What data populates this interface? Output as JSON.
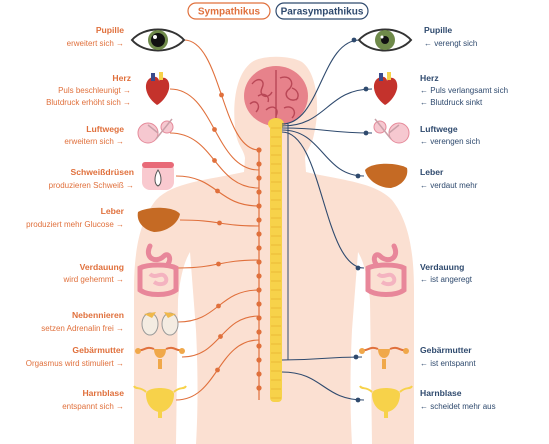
{
  "header": {
    "sympathikus": "Sympathikus",
    "parasympathikus": "Parasympathikus"
  },
  "colors": {
    "sympathikus": "#e0703c",
    "parasympathikus": "#2f4a6e",
    "body": "#fbe0d2",
    "spine": "#f7d24a",
    "brain": "#e7828b"
  },
  "sympathikus": [
    {
      "title": "Pupille",
      "desc": "erweitert sich →",
      "icon": "eye-icon"
    },
    {
      "title": "Herz",
      "desc": "Puls beschleunigt →",
      "desc2": "Blutdruck erhöht sich →",
      "icon": "heart-icon"
    },
    {
      "title": "Luftwege",
      "desc": "erweitern sich →",
      "icon": "lungs-icon"
    },
    {
      "title": "Schweißdrüsen",
      "desc": "produzieren Schweiß →",
      "icon": "sweat-gland-icon"
    },
    {
      "title": "Leber",
      "desc": "produziert mehr Glucose →",
      "icon": "liver-icon"
    },
    {
      "title": "Verdauung",
      "desc": "wird gehemmt →",
      "icon": "digestion-icon"
    },
    {
      "title": "Nebennieren",
      "desc": "setzen Adrenalin frei →",
      "icon": "adrenal-icon"
    },
    {
      "title": "Gebärmutter",
      "desc": "Orgasmus wird stimuliert →",
      "icon": "uterus-icon"
    },
    {
      "title": "Harnblase",
      "desc": "entspannt sich →",
      "icon": "bladder-icon"
    }
  ],
  "parasympathikus": [
    {
      "title": "Pupille",
      "desc": "← verengt sich",
      "icon": "eye-icon"
    },
    {
      "title": "Herz",
      "desc": "← Puls verlangsamt sich",
      "desc2": "← Blutdruck sinkt",
      "icon": "heart-icon"
    },
    {
      "title": "Luftwege",
      "desc": "← verengen sich",
      "icon": "lungs-icon"
    },
    {
      "title": "Leber",
      "desc": "← verdaut mehr",
      "icon": "liver-icon"
    },
    {
      "title": "Verdauung",
      "desc": "← ist angeregt",
      "icon": "digestion-icon"
    },
    {
      "title": "Gebärmutter",
      "desc": "← ist entspannt",
      "icon": "uterus-icon"
    },
    {
      "title": "Harnblase",
      "desc": "← scheidet mehr aus",
      "icon": "bladder-icon"
    }
  ]
}
